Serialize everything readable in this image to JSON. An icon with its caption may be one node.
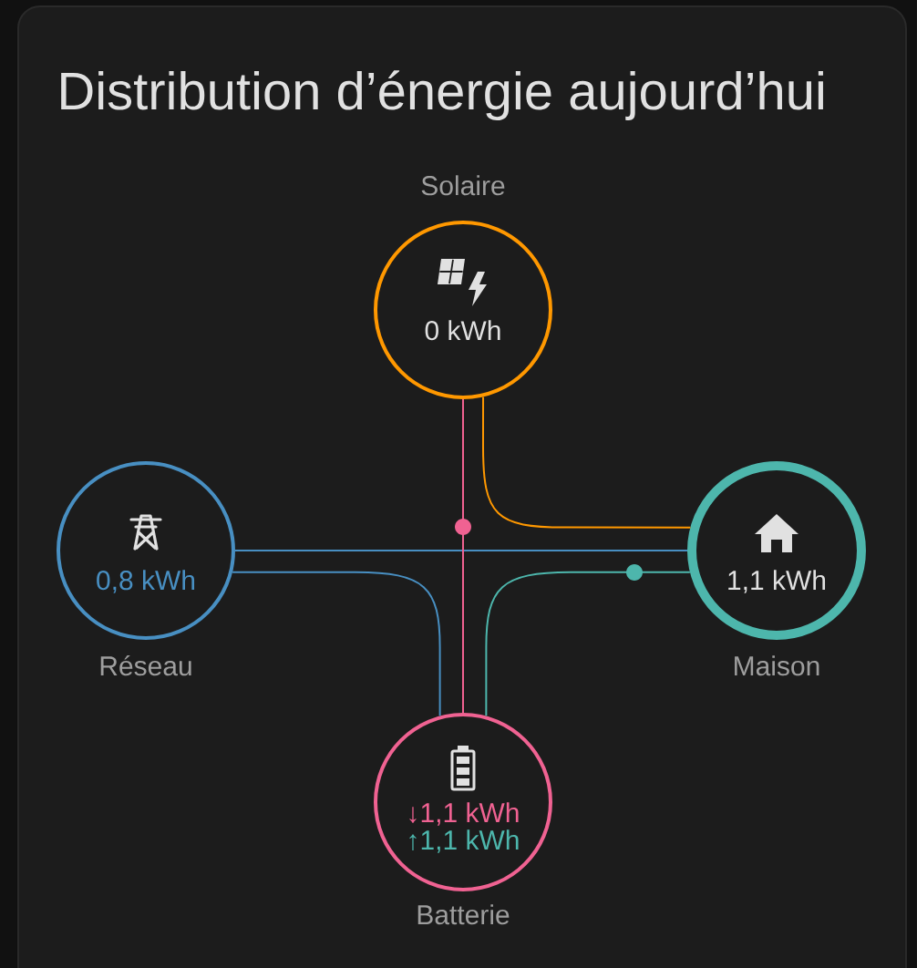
{
  "diagram": {
    "title": "Distribution d’énergie aujourd’hui",
    "nodes": [
      {
        "text": [
          "Solaire",
          "0 kWh"
        ]
      },
      {
        "text": [
          "0,8 kWh",
          "Réseau"
        ]
      },
      {
        "text": [
          "1,1 kWh",
          "Maison"
        ]
      },
      {
        "text": [
          "↓1,1 kWh",
          "↑1,1 kWh",
          "Batterie"
        ]
      }
    ],
    "edges": [
      {
        "from": 0,
        "to": 2,
        "arrow": "none",
        "color": "#ff9800"
      },
      {
        "from": 1,
        "to": 2,
        "arrow": "none",
        "color": "#488fc2"
      },
      {
        "from": 0,
        "to": 3,
        "arrow": "none",
        "color": "#f06292"
      },
      {
        "from": 1,
        "to": 3,
        "arrow": "none",
        "color": "#488fc2"
      },
      {
        "from": 3,
        "to": 2,
        "arrow": "none",
        "color": "#4db6ac"
      }
    ]
  }
}
